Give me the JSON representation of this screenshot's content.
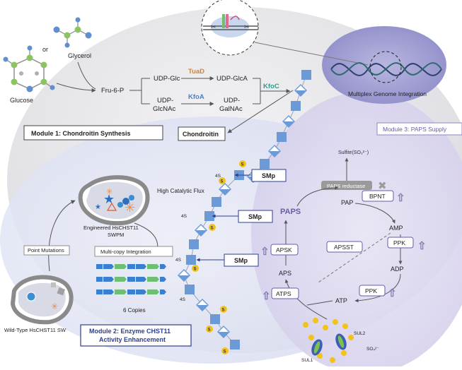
{
  "inputs": {
    "glucose": "Glucose",
    "or": "or",
    "glycerol": "Glycerol"
  },
  "pathway": {
    "fru6p": "Fru-6-P",
    "udp_glc": "UDP-Glc",
    "udp_glca": "UDP-GlcA",
    "udp_glcnac_1": "UDP-",
    "udp_glcnac_2": "GlcNAc",
    "udp_galnac_1": "UDP-",
    "udp_galnac_2": "GalNAc",
    "tuad": "TuaD",
    "kfoa": "KfoA",
    "kfoc": "KfoC",
    "chondroitin": "Chondroitin"
  },
  "modules": {
    "m1": "Module 1:  Chondroitin Synthesis",
    "m2_line1": "Module 2:  Enzyme CHST11",
    "m2_line2": "Activity Enhancement",
    "m3": "Module 3:  PAPS Supply"
  },
  "genome": {
    "label": "Multiplex Genome Integration"
  },
  "enzyme": {
    "high_flux": "High Catalytic Flux",
    "engineered_1": "Engineered HsCHST11",
    "engineered_2": "SWPM",
    "wild_type": "Wild-Type HsCHST11 SW",
    "point_mutations": "Point Mutations",
    "multicopy": "Multi-copy Integration",
    "copies": "6 Copies"
  },
  "chain": {
    "smp": "SMp",
    "s": "S",
    "fs": "4S"
  },
  "paps": {
    "sulfite": "Sulfite(SO₃²⁻)",
    "paps_reductase": "PAPS reductase",
    "pap": "PAP",
    "bpnt": "BPNT",
    "amp": "AMP",
    "paps": "PAPS",
    "apsk": "APSK",
    "apsst": "APSST",
    "ppk": "PPK",
    "adp": "ADP",
    "aps": "APS",
    "atps": "ATPS",
    "atp": "ATP",
    "sul1": "SUL1",
    "sul2": "SUL2",
    "so4": "SO₄²⁻"
  },
  "colors": {
    "tuad": "#d9822b",
    "kfoa": "#4a7fc1",
    "kfoc": "#2e9c8a",
    "module_border": "#2e3f8f",
    "module_text": "#2e3f8f",
    "sugar_blue": "#6b9ad6",
    "sulfate_yellow": "#f2c318",
    "up_arrow": "#8b7bb8",
    "paps_text": "#6a5aa8"
  }
}
